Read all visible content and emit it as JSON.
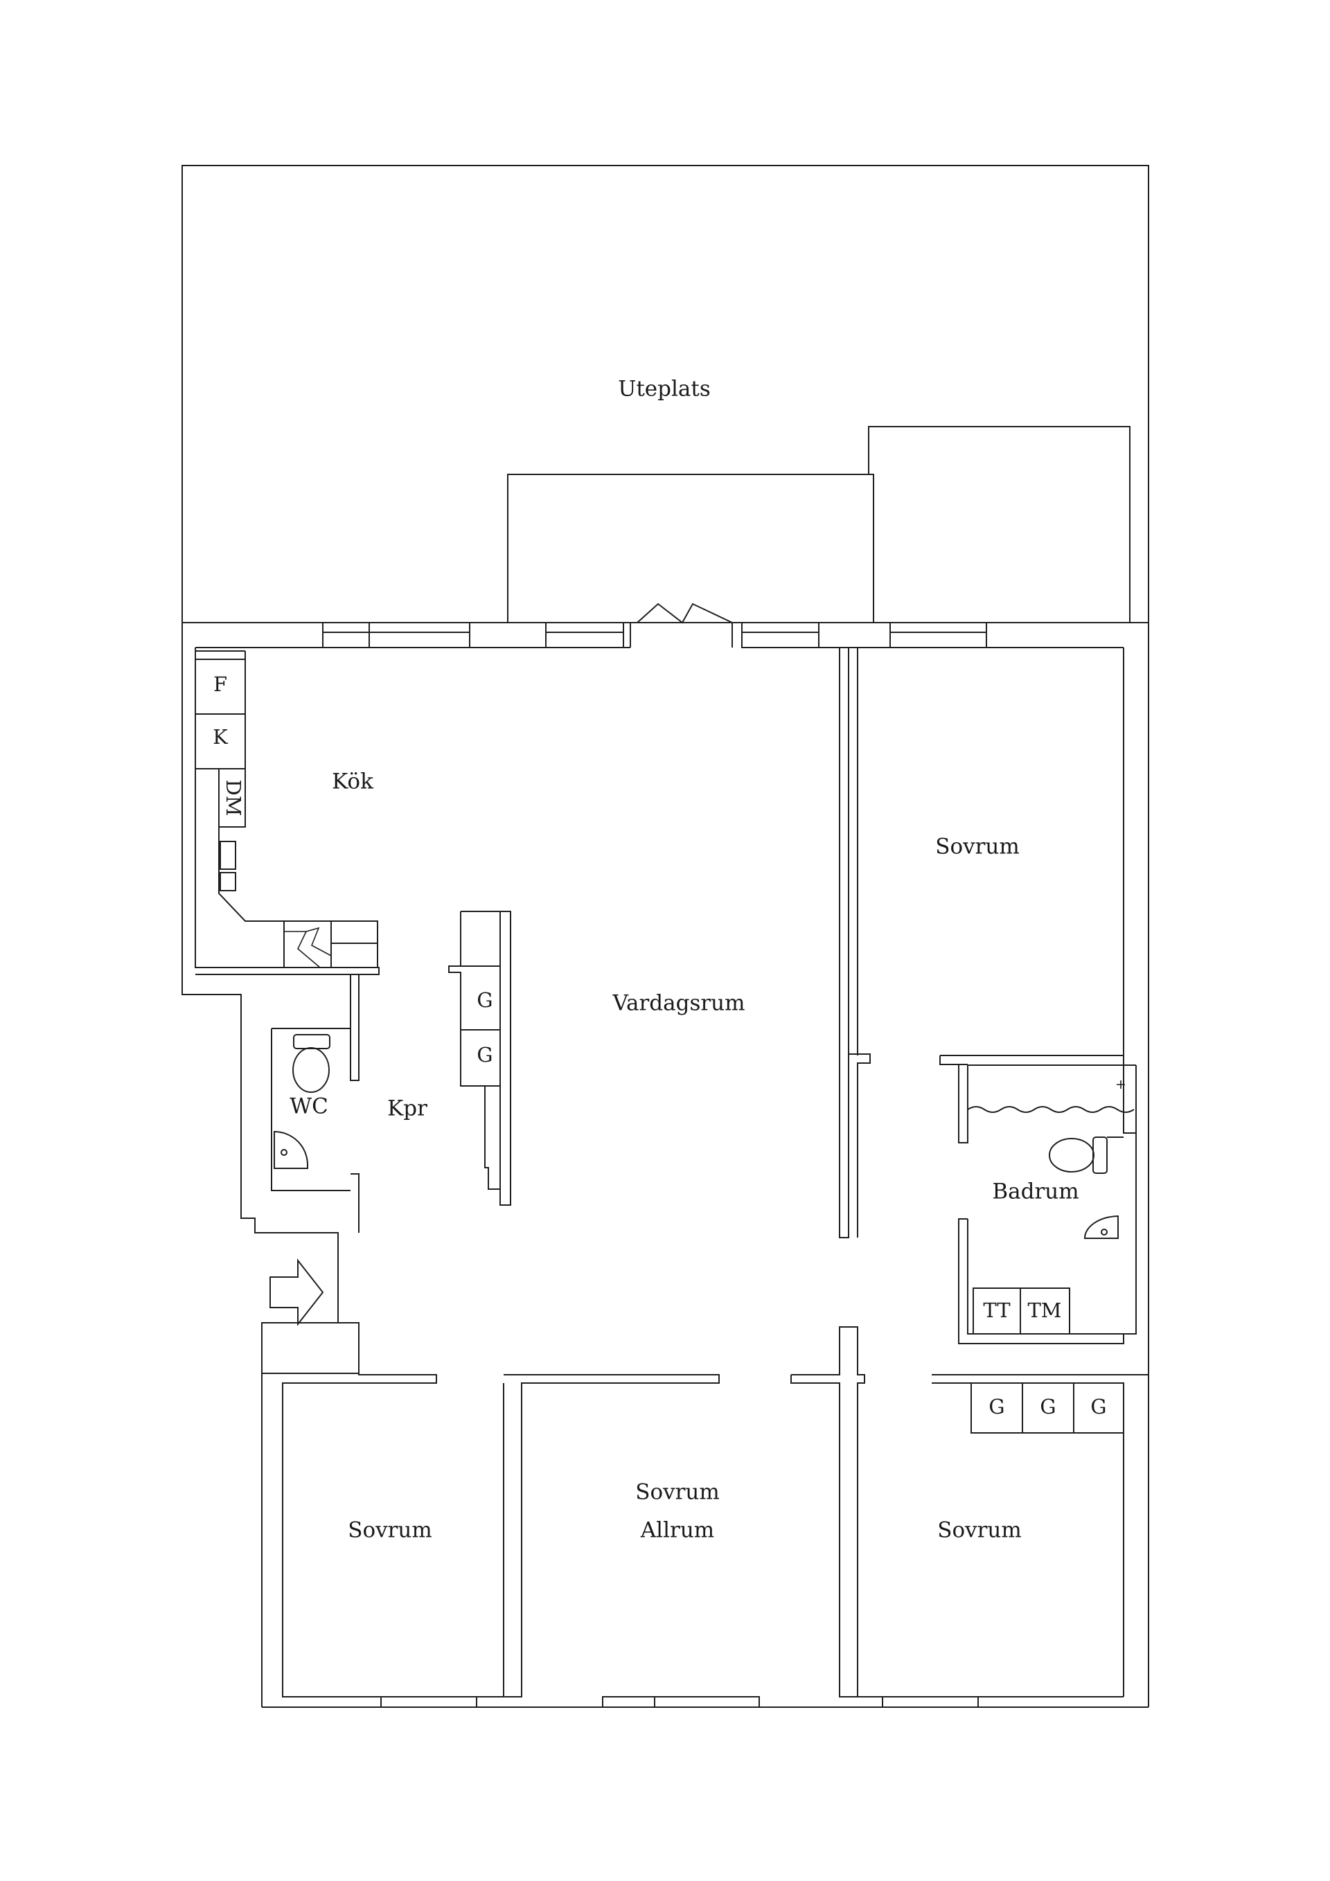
{
  "rooms": {
    "uteplats": "Uteplats",
    "kok": "Kök",
    "vardagsrum": "Vardagsrum",
    "sovrum_top_right": "Sovrum",
    "kpr": "Kpr",
    "wc": "WC",
    "badrum": "Badrum",
    "sovrum_bottom_left": "Sovrum",
    "sovrum_allrum_line1": "Sovrum",
    "sovrum_allrum_line2": "Allrum",
    "sovrum_bottom_right": "Sovrum"
  },
  "fixtures": {
    "fridge": "F",
    "freezer": "K",
    "dishwasher": "DM",
    "wardrobe_living_1": "G",
    "wardrobe_living_2": "G",
    "washer": "TT",
    "dryer": "TM",
    "wardrobe_bedroom_1": "G",
    "wardrobe_bedroom_2": "G",
    "wardrobe_bedroom_3": "G"
  },
  "icons": {
    "entrance": "entrance-arrow-icon",
    "stove": "stove-icon",
    "toilet": "toilet-icon",
    "sink": "sink-icon",
    "bathtub": "bathtub-icon"
  },
  "colors": {
    "line": "#1f1f1f",
    "background": "#ffffff"
  }
}
